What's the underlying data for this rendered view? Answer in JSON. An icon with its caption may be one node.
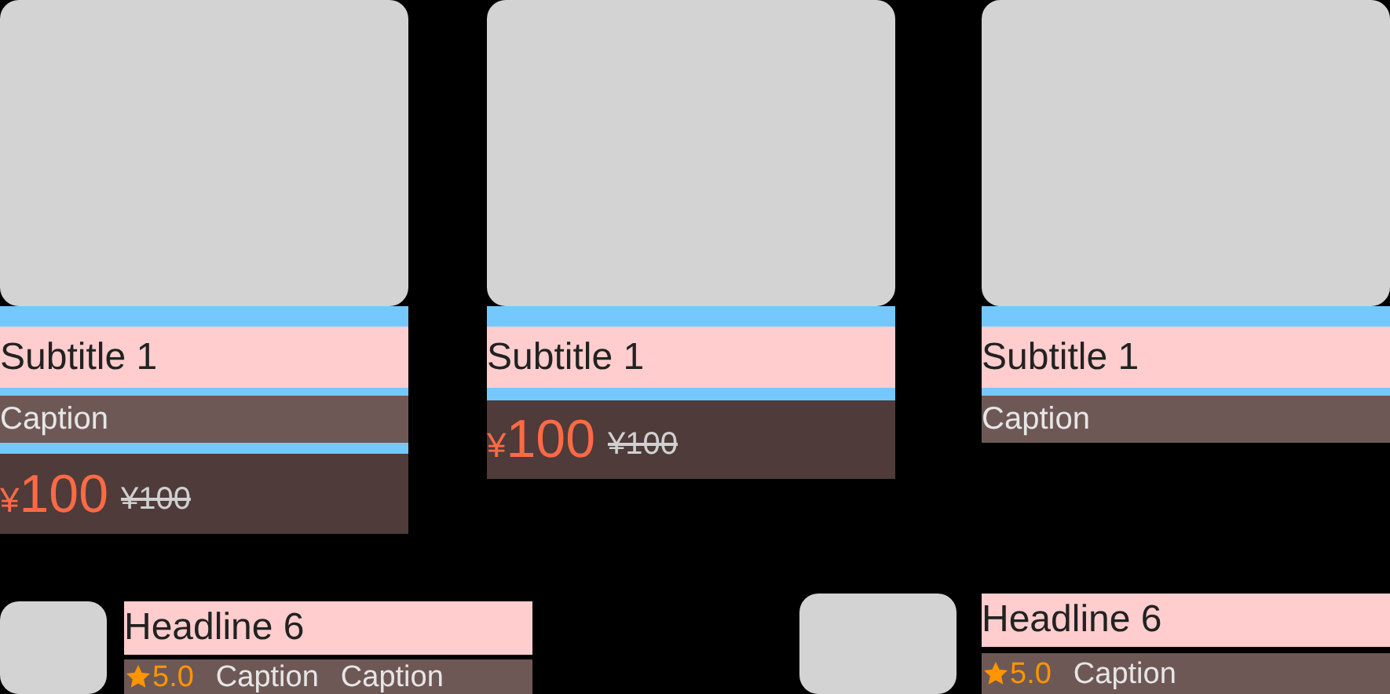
{
  "diagram": {
    "nodes": [
      {
        "text": [],
        "shape": "box"
      },
      {
        "text": [
          "Subtitle 1"
        ]
      },
      {
        "text": [
          "Caption"
        ]
      },
      {
        "text": [
          "¥100",
          "¥100"
        ]
      },
      {
        "text": [],
        "shape": "box"
      },
      {
        "text": [
          "Subtitle 1"
        ]
      },
      {
        "text": [
          "¥100",
          "¥100"
        ]
      },
      {
        "text": [],
        "shape": "box"
      },
      {
        "text": [
          "Subtitle 1"
        ]
      },
      {
        "text": [
          "Caption"
        ]
      },
      {
        "text": [],
        "shape": "box"
      },
      {
        "text": [
          "Headline 6"
        ]
      },
      {
        "text": [
          "5.0",
          "Caption",
          "Caption"
        ]
      },
      {
        "text": [],
        "shape": "box"
      },
      {
        "text": [
          "Headline 6"
        ]
      },
      {
        "text": [
          "5.0",
          "Caption"
        ]
      }
    ]
  }
}
